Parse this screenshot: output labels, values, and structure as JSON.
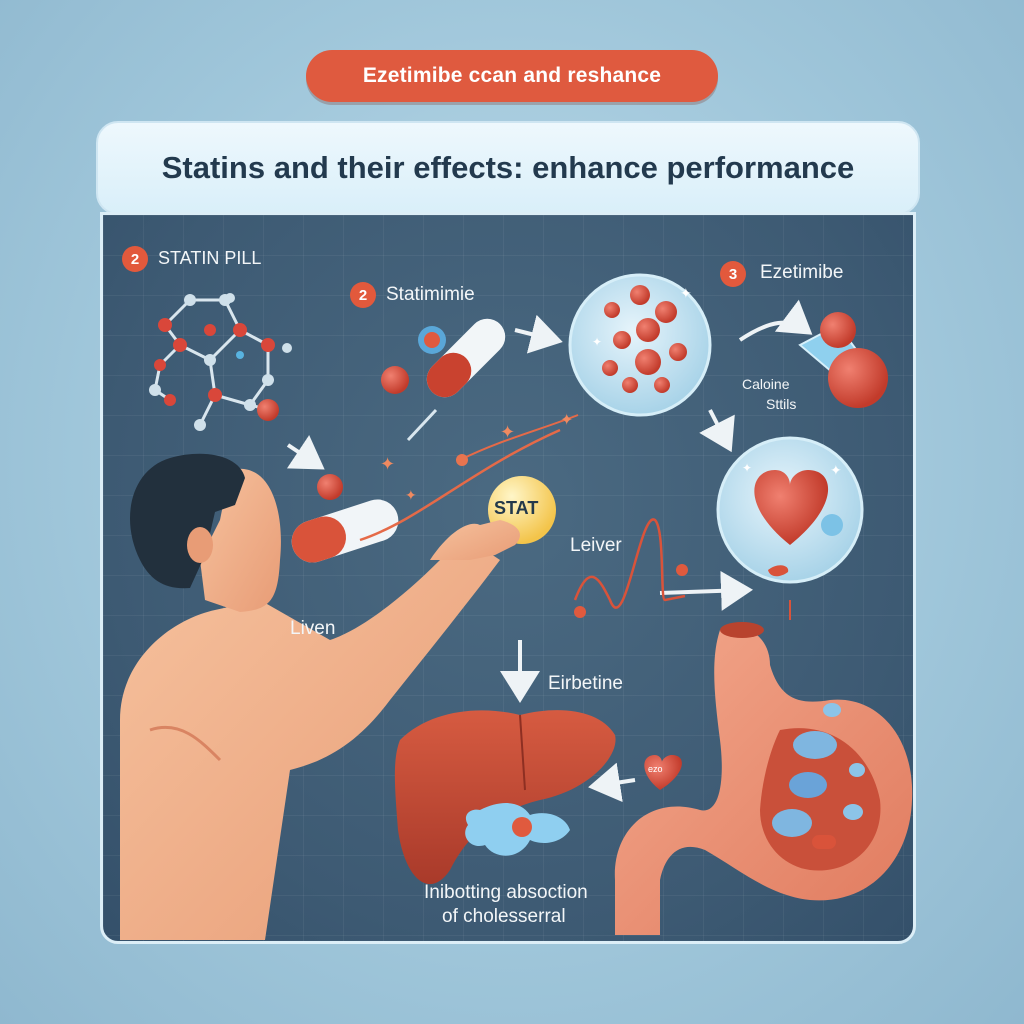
{
  "banner": {
    "text": "Ezetimibe ccan and reshance"
  },
  "title": {
    "text": "Statins and their effects: enhance performance"
  },
  "labels": {
    "statin_pill": {
      "num": "2",
      "text": "STATIN PILL"
    },
    "statimimie": {
      "num": "2",
      "text": "Statimimie"
    },
    "ezetimibe": {
      "num": "3",
      "text": "Ezetimibe"
    },
    "caloline_line1": "Caloine",
    "caloline_line2": "Sttils",
    "stat_ball": "STAT",
    "leiver": "Leiver",
    "liven": "Liven",
    "eirbetine": "Eirbetine",
    "inhibiting_line1": "Inibotting absoction",
    "inhibiting_line2": "of cholesserral",
    "heart_small": "ezo"
  },
  "colors": {
    "accent_red": "#df5a3f",
    "panel_blue": "#3d5a73",
    "liver": "#c9503a",
    "skin": "#f3b48f"
  }
}
